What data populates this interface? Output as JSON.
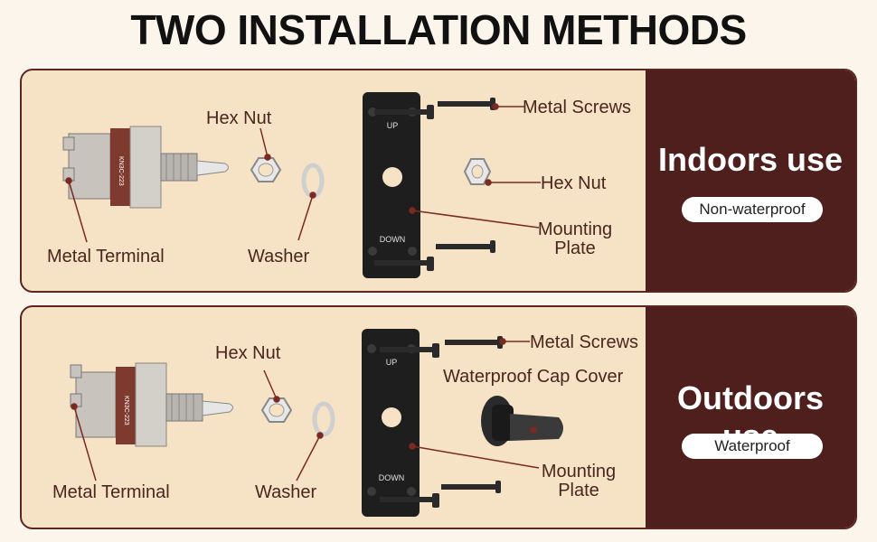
{
  "title": "TWO INSTALLATION METHODS",
  "colors": {
    "panel_bg": "#f6e2c4",
    "side_bg": "#4f1f1e",
    "label_text": "#4a2620",
    "leader_line": "#7a2a22",
    "plate": "#1e1e1e"
  },
  "indoor": {
    "heading": "Indoors use",
    "badge": "Non-waterproof",
    "labels": {
      "hex_nut_left": "Hex Nut",
      "metal_screws": "Metal Screws",
      "hex_nut_right": "Hex Nut",
      "mounting_plate": "Mounting Plate",
      "metal_terminal": "Metal Terminal",
      "washer": "Washer"
    },
    "plate_text": {
      "up": "UP",
      "down": "DOWN"
    }
  },
  "outdoor": {
    "heading": "Outdoors use",
    "badge": "Waterproof",
    "labels": {
      "hex_nut": "Hex Nut",
      "metal_screws": "Metal Screws",
      "cap_cover": "Waterproof Cap Cover",
      "mounting_plate": "Mounting Plate",
      "metal_terminal": "Metal Terminal",
      "washer": "Washer"
    },
    "plate_text": {
      "up": "UP",
      "down": "DOWN"
    }
  }
}
